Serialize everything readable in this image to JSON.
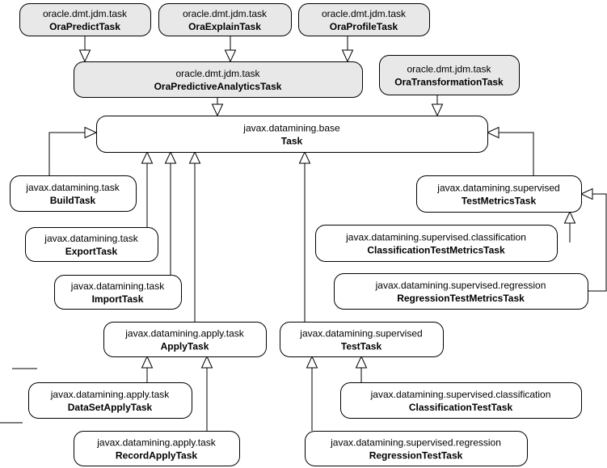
{
  "nodes": [
    {
      "id": "OraPredictTask",
      "pkg": "oracle.dmt.jdm.task",
      "name": "OraPredictTask",
      "fill": "#e8e8e8"
    },
    {
      "id": "OraExplainTask",
      "pkg": "oracle.dmt.jdm.task",
      "name": "OraExplainTask",
      "fill": "#e8e8e8"
    },
    {
      "id": "OraProfileTask",
      "pkg": "oracle.dmt.jdm.task",
      "name": "OraProfileTask",
      "fill": "#e8e8e8"
    },
    {
      "id": "OraPredictiveAnalyticsTask",
      "pkg": "oracle.dmt.jdm.task",
      "name": "OraPredictiveAnalyticsTask",
      "fill": "#e8e8e8"
    },
    {
      "id": "OraTransformationTask",
      "pkg": "oracle.dmt.jdm.task",
      "name": "OraTransformationTask",
      "fill": "#e8e8e8"
    },
    {
      "id": "Task",
      "pkg": "javax.datamining.base",
      "name": "Task",
      "fill": "#ffffff"
    },
    {
      "id": "BuildTask",
      "pkg": "javax.datamining.task",
      "name": "BuildTask",
      "fill": "#ffffff"
    },
    {
      "id": "ExportTask",
      "pkg": "javax.datamining.task",
      "name": "ExportTask",
      "fill": "#ffffff"
    },
    {
      "id": "ImportTask",
      "pkg": "javax.datamining.task",
      "name": "ImportTask",
      "fill": "#ffffff"
    },
    {
      "id": "ApplyTask",
      "pkg": "javax.datamining.apply.task",
      "name": "ApplyTask",
      "fill": "#ffffff"
    },
    {
      "id": "DataSetApplyTask",
      "pkg": "javax.datamining.apply.task",
      "name": "DataSetApplyTask",
      "fill": "#ffffff"
    },
    {
      "id": "RecordApplyTask",
      "pkg": "javax.datamining.apply.task",
      "name": "RecordApplyTask",
      "fill": "#ffffff"
    },
    {
      "id": "TestTask",
      "pkg": "javax.datamining.supervised",
      "name": "TestTask",
      "fill": "#ffffff"
    },
    {
      "id": "ClassificationTestTask",
      "pkg": "javax.datamining.supervised.classification",
      "name": "ClassificationTestTask",
      "fill": "#ffffff"
    },
    {
      "id": "RegressionTestTask",
      "pkg": "javax.datamining.supervised.regression",
      "name": "RegressionTestTask",
      "fill": "#ffffff"
    },
    {
      "id": "TestMetricsTask",
      "pkg": "javax.datamining.supervised",
      "name": "TestMetricsTask",
      "fill": "#ffffff"
    },
    {
      "id": "ClassificationTestMetricsTask",
      "pkg": "javax.datamining.supervised.classification",
      "name": "ClassificationTestMetricsTask",
      "fill": "#ffffff"
    },
    {
      "id": "RegressionTestMetricsTask",
      "pkg": "javax.datamining.supervised.regression",
      "name": "RegressionTestMetricsTask",
      "fill": "#ffffff"
    }
  ],
  "edges": [
    {
      "from": "OraPredictTask",
      "to": "OraPredictiveAnalyticsTask"
    },
    {
      "from": "OraExplainTask",
      "to": "OraPredictiveAnalyticsTask"
    },
    {
      "from": "OraProfileTask",
      "to": "OraPredictiveAnalyticsTask"
    },
    {
      "from": "OraPredictiveAnalyticsTask",
      "to": "Task"
    },
    {
      "from": "OraTransformationTask",
      "to": "Task"
    },
    {
      "from": "BuildTask",
      "to": "Task"
    },
    {
      "from": "ExportTask",
      "to": "Task"
    },
    {
      "from": "ImportTask",
      "to": "Task"
    },
    {
      "from": "ApplyTask",
      "to": "Task"
    },
    {
      "from": "TestTask",
      "to": "Task"
    },
    {
      "from": "TestMetricsTask",
      "to": "Task"
    },
    {
      "from": "DataSetApplyTask",
      "to": "ApplyTask"
    },
    {
      "from": "RecordApplyTask",
      "to": "ApplyTask"
    },
    {
      "from": "ClassificationTestTask",
      "to": "TestTask"
    },
    {
      "from": "RegressionTestTask",
      "to": "TestTask"
    },
    {
      "from": "ClassificationTestMetricsTask",
      "to": "TestMetricsTask"
    },
    {
      "from": "RegressionTestMetricsTask",
      "to": "TestMetricsTask"
    }
  ]
}
